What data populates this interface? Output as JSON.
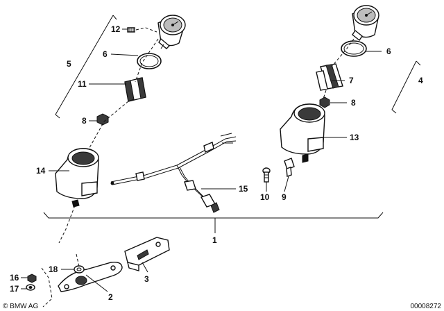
{
  "callouts": {
    "c1": "1",
    "c2": "2",
    "c3": "3",
    "c4": "4",
    "c5": "5",
    "c6_left": "6",
    "c6_right": "6",
    "c7": "7",
    "c8_left": "8",
    "c8_right": "8",
    "c9": "9",
    "c10": "10",
    "c11": "11",
    "c12": "12",
    "c13": "13",
    "c14": "14",
    "c15": "15",
    "c16": "16",
    "c17": "17",
    "c18": "18"
  },
  "footer": {
    "copyright": "© BMW AG",
    "drawing_number": "00008272"
  }
}
